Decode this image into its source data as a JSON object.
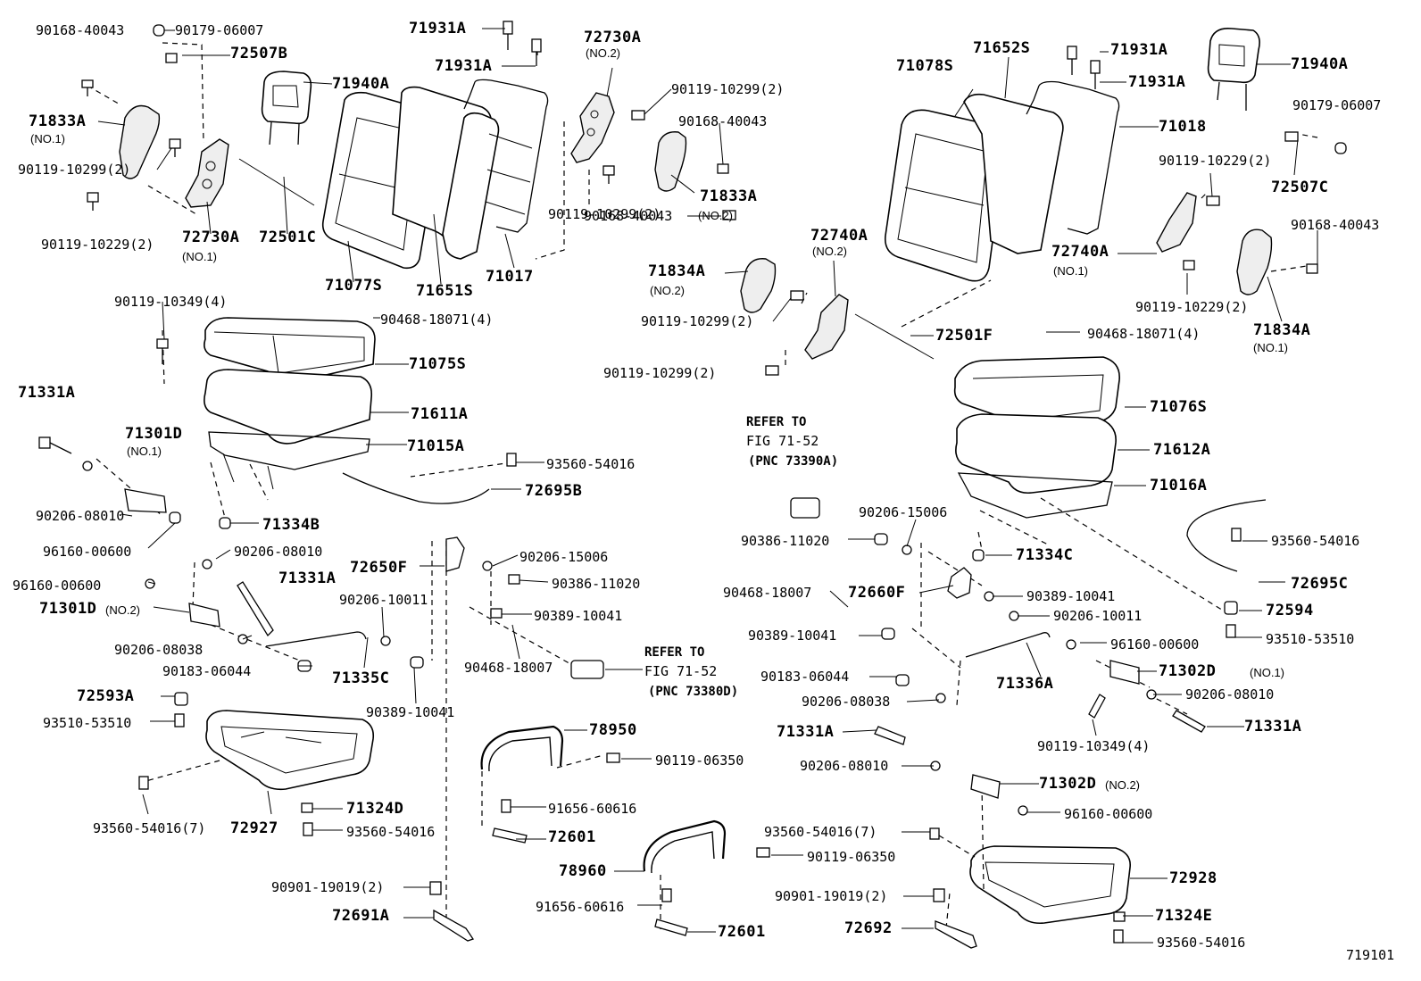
{
  "labels": [
    "90168-40043",
    "90179-06007",
    "72507B",
    "71931A",
    "72730A",
    "(NO.2)",
    "71931A",
    "71940A",
    "90119-10299(2)",
    "90168-40043",
    "71833A",
    "(NO.1)",
    "90119-10299(2)",
    "90119-10229(2)",
    "72730A",
    "(NO.1)",
    "72501C",
    "71077S",
    "71651S",
    "71017",
    "90119-10299(2)",
    "71833A",
    "(NO.2)",
    "90168-40043",
    "71834A",
    "(NO.2)",
    "90119-10299(2)",
    "90119-10299(2)",
    "71078S",
    "71652S",
    "71931A",
    "71931A",
    "71940A",
    "71018",
    "90179-06007",
    "90119-10229(2)",
    "72507C",
    "90168-40043",
    "72740A",
    "(NO.1)",
    "90119-10229(2)",
    "72740A",
    "(NO.2)",
    "72501F",
    "90468-18071(4)",
    "71834A",
    "(NO.1)",
    "90119-10349(4)",
    "90468-18071(4)",
    "71075S",
    "71611A",
    "71015A",
    "71331A",
    "71301D",
    "(NO.1)",
    "93560-54016",
    "72695B",
    "90206-08010",
    "71334B",
    "96160-00600",
    "90206-08010",
    "71331A",
    "96160-00600",
    "71301D",
    "(NO.2)",
    "90206-08038",
    "90206-10011",
    "90183-06044",
    "71335C",
    "90389-10041",
    "72650F",
    "90206-15006",
    "90386-11020",
    "90389-10041",
    "90468-18007",
    "REFER TO",
    "FIG 71-52",
    "(PNC 73380D)",
    "72593A",
    "93510-53510",
    "78950",
    "90119-06350",
    "93560-54016(7)",
    "72927",
    "71324D",
    "93560-54016",
    "91656-60616",
    "72601",
    "90901-19019(2)",
    "72691A",
    "REFER TO",
    "FIG 71-52",
    "(PNC 73390A)",
    "71076S",
    "71612A",
    "71016A",
    "90206-15006",
    "90386-11020",
    "71334C",
    "93560-54016",
    "72695C",
    "72594",
    "93510-53510",
    "90468-18007",
    "72660F",
    "90389-10041",
    "90206-10011",
    "90389-10041",
    "96160-00600",
    "71336A",
    "71302D",
    "(NO.1)",
    "90183-06044",
    "90206-08010",
    "90206-08038",
    "71331A",
    "90119-10349(4)",
    "71331A",
    "90206-08010",
    "71302D",
    "(NO.2)",
    "96160-00600",
    "93560-54016(7)",
    "90119-06350",
    "78960",
    "72928",
    "90901-19019(2)",
    "91656-60616",
    "71324E",
    "72692",
    "72601",
    "93560-54016",
    "719101"
  ]
}
